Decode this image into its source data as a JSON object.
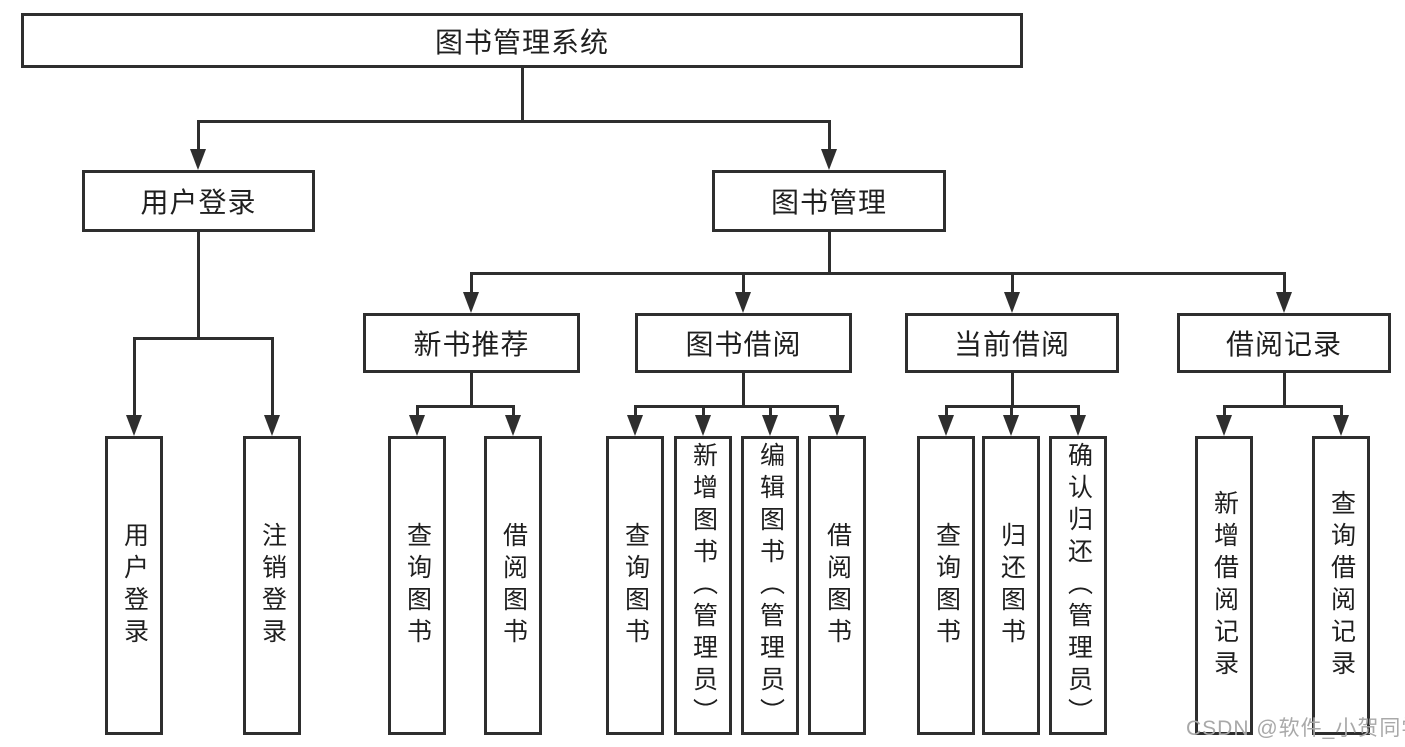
{
  "diagram": {
    "type": "hierarchy-tree",
    "colors": {
      "line": "#2e2e2e",
      "box_border": "#2e2e2e",
      "box_fill": "#ffffff",
      "text": "#1f1f1f",
      "watermark": "#a9a9a9",
      "background": "#ffffff"
    },
    "tree": {
      "root": {
        "label": "图书管理系统",
        "children": [
          {
            "label": "用户登录",
            "children": [
              {
                "label": "用户登录"
              },
              {
                "label": "注销登录"
              }
            ]
          },
          {
            "label": "图书管理",
            "children": [
              {
                "label": "新书推荐",
                "children": [
                  {
                    "label": "查询图书"
                  },
                  {
                    "label": "借阅图书"
                  }
                ]
              },
              {
                "label": "图书借阅",
                "children": [
                  {
                    "label": "查询图书"
                  },
                  {
                    "label": "新增图书（管理员）"
                  },
                  {
                    "label": "编辑图书（管理员）"
                  },
                  {
                    "label": "借阅图书"
                  }
                ]
              },
              {
                "label": "当前借阅",
                "children": [
                  {
                    "label": "查询图书"
                  },
                  {
                    "label": "归还图书"
                  },
                  {
                    "label": "确认归还（管理员）"
                  }
                ]
              },
              {
                "label": "借阅记录",
                "children": [
                  {
                    "label": "新增借阅记录"
                  },
                  {
                    "label": "查询借阅记录"
                  }
                ]
              }
            ]
          }
        ]
      }
    },
    "watermark": {
      "text": "CSDN @软件_小贺同学"
    }
  }
}
